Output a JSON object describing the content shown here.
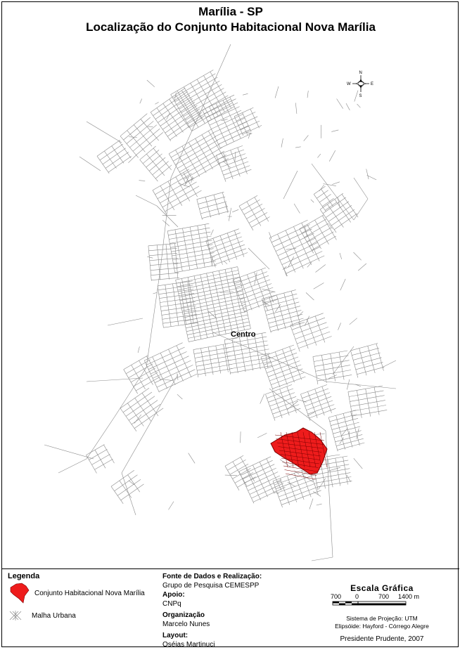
{
  "map": {
    "title": "Marília - SP",
    "subtitle": "Localização do Conjunto Habitacional Nova Marília",
    "center_label": "Centro",
    "compass": {
      "n": "N",
      "s": "S",
      "e": "E",
      "w": "W"
    }
  },
  "legend": {
    "title": "Legenda",
    "items": [
      {
        "label": "Conjunto Habitacional Nova Marília",
        "color": "#ee1c1c"
      },
      {
        "label": "Malha Urbana",
        "color": "#888888"
      }
    ]
  },
  "credits": {
    "fonte_label": "Fonte de Dados e Realização:",
    "fonte_value": "Grupo de Pesquisa CEMESPP",
    "apoio_label": "Apoio:",
    "apoio_value": "CNPq",
    "org_label": "Organização",
    "org_value": "Marcelo Nunes",
    "layout_label": "Layout:",
    "layout_value": "Oséias Martinuci"
  },
  "scale": {
    "title": "Escala Gráfica",
    "labels": [
      "700",
      "0",
      "700",
      "1400 m"
    ]
  },
  "projection": {
    "line1": "Sistema de Projeção: UTM",
    "line2": "Elipsóide: Hayford - Córrego Alegre",
    "place": "Presidente Prudente, 2007"
  }
}
